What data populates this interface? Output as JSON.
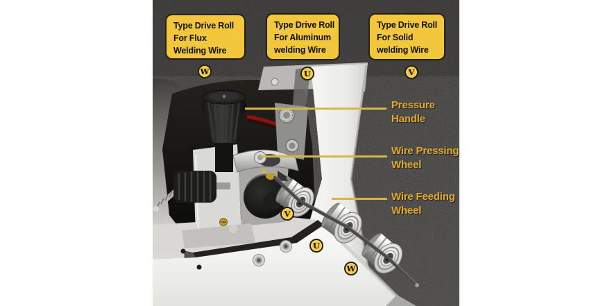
{
  "colors": {
    "accent_yellow": "#f2c73c",
    "callout_line": "#d9b44a",
    "label_text": "#e3ac2e",
    "box_text": "#111111"
  },
  "top_boxes": [
    {
      "line1": "Type Drive Roll",
      "line2": "For Flux",
      "line3": "Welding Wire",
      "letter": "W"
    },
    {
      "line1": "Type Drive Roll",
      "line2": "For Aluminum",
      "line3": "welding Wire",
      "letter": "U"
    },
    {
      "line1": "Type Drive Roll",
      "line2": "For Solid",
      "line3": "welding Wire",
      "letter": "V"
    }
  ],
  "part_labels": [
    {
      "line1": "Pressure",
      "line2": "Handle"
    },
    {
      "line1": "Wire Pressing",
      "line2": "Wheel"
    },
    {
      "line1": "Wire Feeding",
      "line2": "Wheel"
    }
  ],
  "roll_markers": [
    {
      "letter": "V"
    },
    {
      "letter": "U"
    },
    {
      "letter": "W"
    }
  ]
}
